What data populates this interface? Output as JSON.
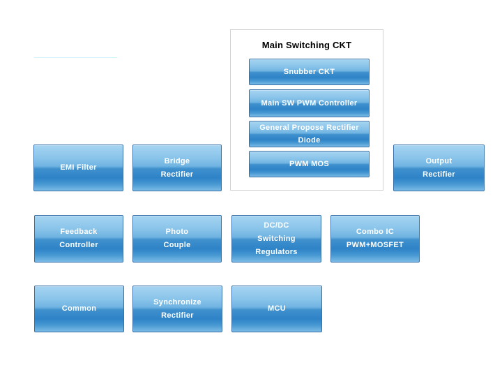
{
  "palette": {
    "button_border": "#376fa6",
    "button_gradient_top": "#a5d4f1",
    "button_gradient_mid_light": "#70b4e2",
    "button_gradient_mid_dark": "#3f90cd",
    "button_gradient_bottom": "#7cbce6",
    "button_text": "#ffffff",
    "group_border": "#d2d2d2",
    "group_title_color": "#000000",
    "stray_line_color": "#d0f4fa",
    "page_background": "#ffffff"
  },
  "diagram": {
    "group": {
      "title": "Main Switching CKT",
      "items": [
        {
          "id": "snubber-ckt",
          "label": "Snubber CKT"
        },
        {
          "id": "main-sw-pwm-controller",
          "label": "Main SW PWM Controller"
        },
        {
          "id": "general-propose-rectifier-diode",
          "label": "General Propose Rectifier\nDiode"
        },
        {
          "id": "pwm-mos",
          "label": "PWM MOS"
        }
      ]
    },
    "rows": [
      {
        "items": [
          {
            "id": "emi-filter",
            "label": "EMI Filter"
          },
          {
            "id": "bridge-rectifier",
            "label": "Bridge\nRectifier"
          },
          {
            "id": "output-rectifier",
            "label": "Output\nRectifier"
          }
        ]
      },
      {
        "items": [
          {
            "id": "feedback-controller",
            "label": "Feedback\nController"
          },
          {
            "id": "photo-couple",
            "label": "Photo\nCouple"
          },
          {
            "id": "dcdc-switching-regulators",
            "label": "DC/DC\nSwitching\nRegulators"
          },
          {
            "id": "combo-ic-pwm-mosfet",
            "label": "Combo IC\nPWM+MOSFET"
          }
        ]
      },
      {
        "items": [
          {
            "id": "common",
            "label": "Common"
          },
          {
            "id": "synchronize-rectifier",
            "label": "Synchronize\nRectifier"
          },
          {
            "id": "mcu",
            "label": "MCU"
          }
        ]
      }
    ]
  }
}
